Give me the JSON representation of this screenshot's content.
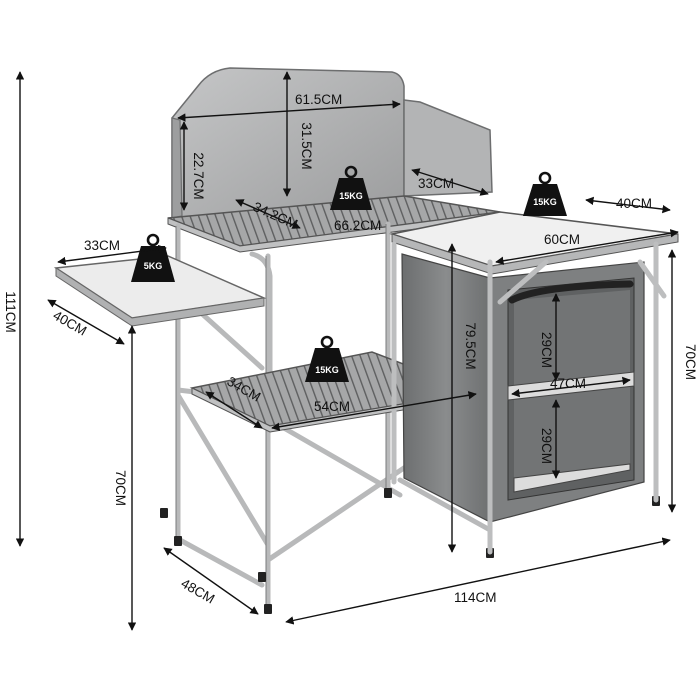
{
  "product": {
    "dimensions": {
      "windscreen_width": "61.5CM",
      "windscreen_height": "31.5CM",
      "side_panel_height": "22.7CM",
      "side_panel_width": "33CM",
      "top_depth": "34.2CM",
      "top_width": "66.2CM",
      "right_top_depth": "40CM",
      "right_top_width": "60CM",
      "left_shelf_width": "33CM",
      "left_shelf_depth": "40CM",
      "total_height": "111CM",
      "table_height": "70CM",
      "cabinet_height": "79.5CM",
      "right_height": "70CM",
      "lower_shelf_depth": "34CM",
      "lower_shelf_width": "54CM",
      "compartment_upper": "29CM",
      "compartment_width": "47CM",
      "compartment_lower": "29CM",
      "base_depth": "48CM",
      "total_width": "114CM"
    },
    "weights": {
      "top_table": "15KG",
      "right_cabinet": "15KG",
      "left_shelf": "5KG",
      "lower_shelf": "15KG"
    }
  },
  "colors": {
    "frame": "#c9cacb",
    "panel": "#a9aaab",
    "cabinet": "#7d7f80",
    "weight": "#111111"
  }
}
